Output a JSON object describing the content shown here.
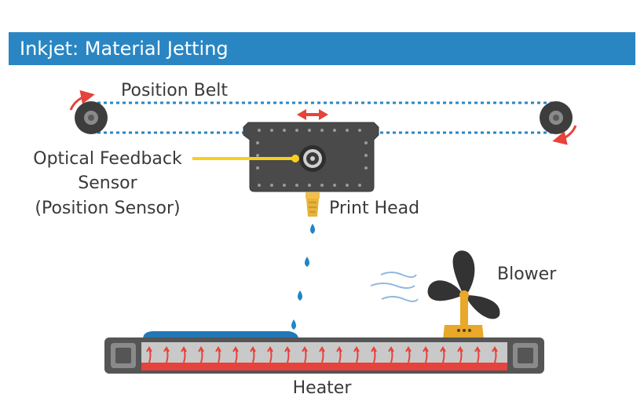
{
  "title": "Inkjet: Material Jetting",
  "labels": {
    "position_belt": "Position Belt",
    "sensor_line1": "Optical Feedback",
    "sensor_line2": "Sensor",
    "sensor_line3": "(Position Sensor)",
    "print_head": "Print Head",
    "blower": "Blower",
    "heater": "Heater"
  },
  "colors": {
    "title_bar": "#2a86c3",
    "belt_dots": "#2a86c3",
    "motion_arrow": "#e5433b",
    "sensor_line": "#f5d01d",
    "nozzle": "#e8b33a",
    "droplet": "#1f86c4",
    "blower_fan": "#333333",
    "blower_base": "#e8a82a",
    "heater_element": "#e5433b",
    "heater_frame": "#555555",
    "material_layer": "#2277b5"
  }
}
